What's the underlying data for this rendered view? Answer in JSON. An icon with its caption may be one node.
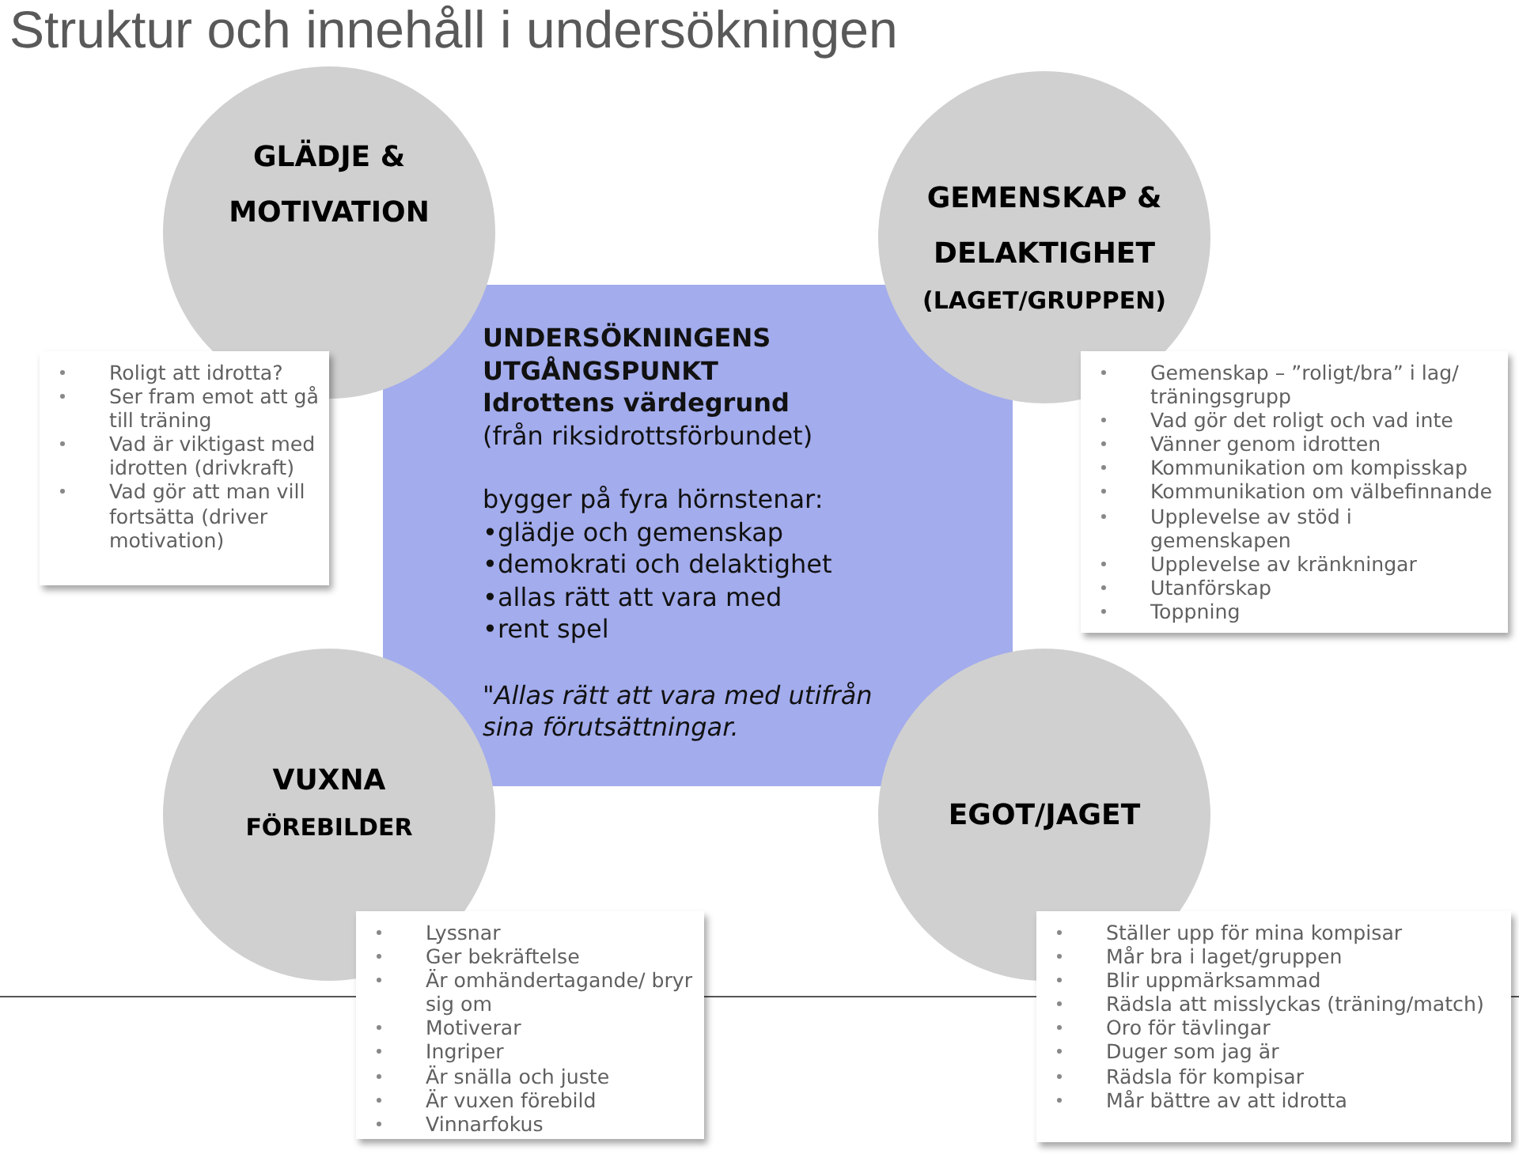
{
  "diagram": {
    "title": "Struktur och innehåll i undersökningen",
    "nodes": [
      {
        "text": [
          "GLÄDJE & MOTIVATION"
        ]
      },
      {
        "text": [
          "GEMENSKAP & DELAKTIGHET",
          "(LAGET/GRUPPEN)"
        ]
      },
      {
        "text": [
          "Roligt att idrotta?",
          "Ser fram emot att gå till träning",
          "Vad är viktigast med idrotten (drivkraft)",
          "Vad gör att man vill fortsätta (driver motivation)"
        ]
      },
      {
        "text": [
          "UNDERSÖKNINGENS UTGÅNGSPUNKT",
          "Idrottens värdegrund",
          "(från riksidrottsförbundet)",
          "bygger på fyra hörnstenar:",
          "•glädje och gemenskap",
          "•demokrati och delaktighet",
          "•allas rätt att vara med",
          "•rent spel",
          "\"Allas rätt att vara med utifrån sina förutsättningar."
        ]
      },
      {
        "text": [
          "Gemenskap – ”roligt/bra” i lag/ träningsgrupp",
          "Vad gör det roligt och vad inte",
          "Vänner genom idrotten",
          "Kommunikation om kompisskap",
          "Kommunikation om välbefinnande",
          "Upplevelse av stöd i gemenskapen",
          "Upplevelse av kränkningar",
          "Utanförskap",
          "Toppning"
        ]
      },
      {
        "text": [
          "VUXNA",
          "FÖREBILDER"
        ]
      },
      {
        "text": [
          "EGOT/JAGET"
        ]
      },
      {
        "text": [
          "Lyssnar",
          "Ger bekräftelse",
          "Är omhändertagande/ bryr sig om",
          "Motiverar",
          "Ingriper",
          "Är snälla och juste",
          "Är vuxen förebild",
          "Vinnarfokus"
        ]
      },
      {
        "text": [
          "Ställer upp för mina kompisar",
          "Mår bra i laget/gruppen",
          "Blir uppmärksammad",
          "Rädsla att misslyckas (träning/match)",
          "Oro för tävlingar",
          "Duger som jag är",
          "Rädsla för kompisar",
          "Mår bättre av att idrotta"
        ]
      }
    ]
  }
}
